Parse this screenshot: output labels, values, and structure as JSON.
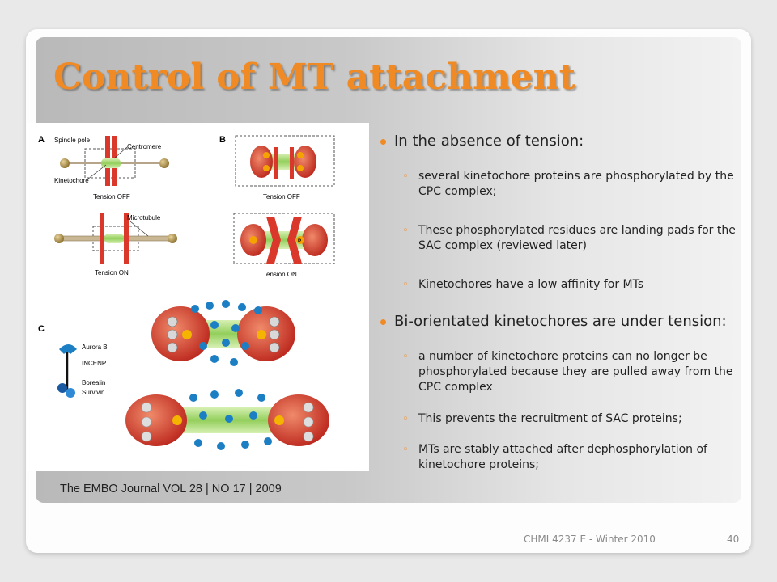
{
  "slide": {
    "title": "Control of MT attachment",
    "footer": "CHMI 4237 E - Winter 2010",
    "page_number": "40"
  },
  "figure": {
    "caption": "The EMBO Journal VOL 28 | NO 17 | 2009",
    "panel_labels": [
      "A",
      "B",
      "C"
    ],
    "labels": {
      "spindle_pole": "Spindle pole",
      "centromere": "Centromere",
      "kinetochore": "Kinetochore",
      "microtubule": "Microtubule",
      "tension_off": "Tension OFF",
      "tension_on": "Tension ON",
      "aurora_b": "Aurora B",
      "incenp": "INCENP",
      "borealin": "Borealin",
      "survivin": "Survivin",
      "p": "P"
    }
  },
  "content": {
    "sections": [
      {
        "heading": "In the absence of tension:",
        "items": [
          "several kinetochore proteins are phosphorylated by the CPC complex;",
          "These phosphorylated residues are landing pads for the SAC complex (reviewed later)",
          "Kinetochores have a low affinity for MTs"
        ]
      },
      {
        "heading": "Bi-orientated kinetochores are under tension:",
        "items": [
          "a number of kinetochore proteins can no longer be phosphorylated because they are pulled away from the CPC complex",
          "This prevents the recruitment of SAC proteins;",
          "MTs are stably attached after dephosphorylation of kinetochore proteins;"
        ]
      }
    ]
  },
  "colors": {
    "accent": "#f08a24",
    "kinetochore_red": "#d9382b",
    "centromere_green": "#9fd86a",
    "aurora_blue": "#1c7fc4"
  }
}
